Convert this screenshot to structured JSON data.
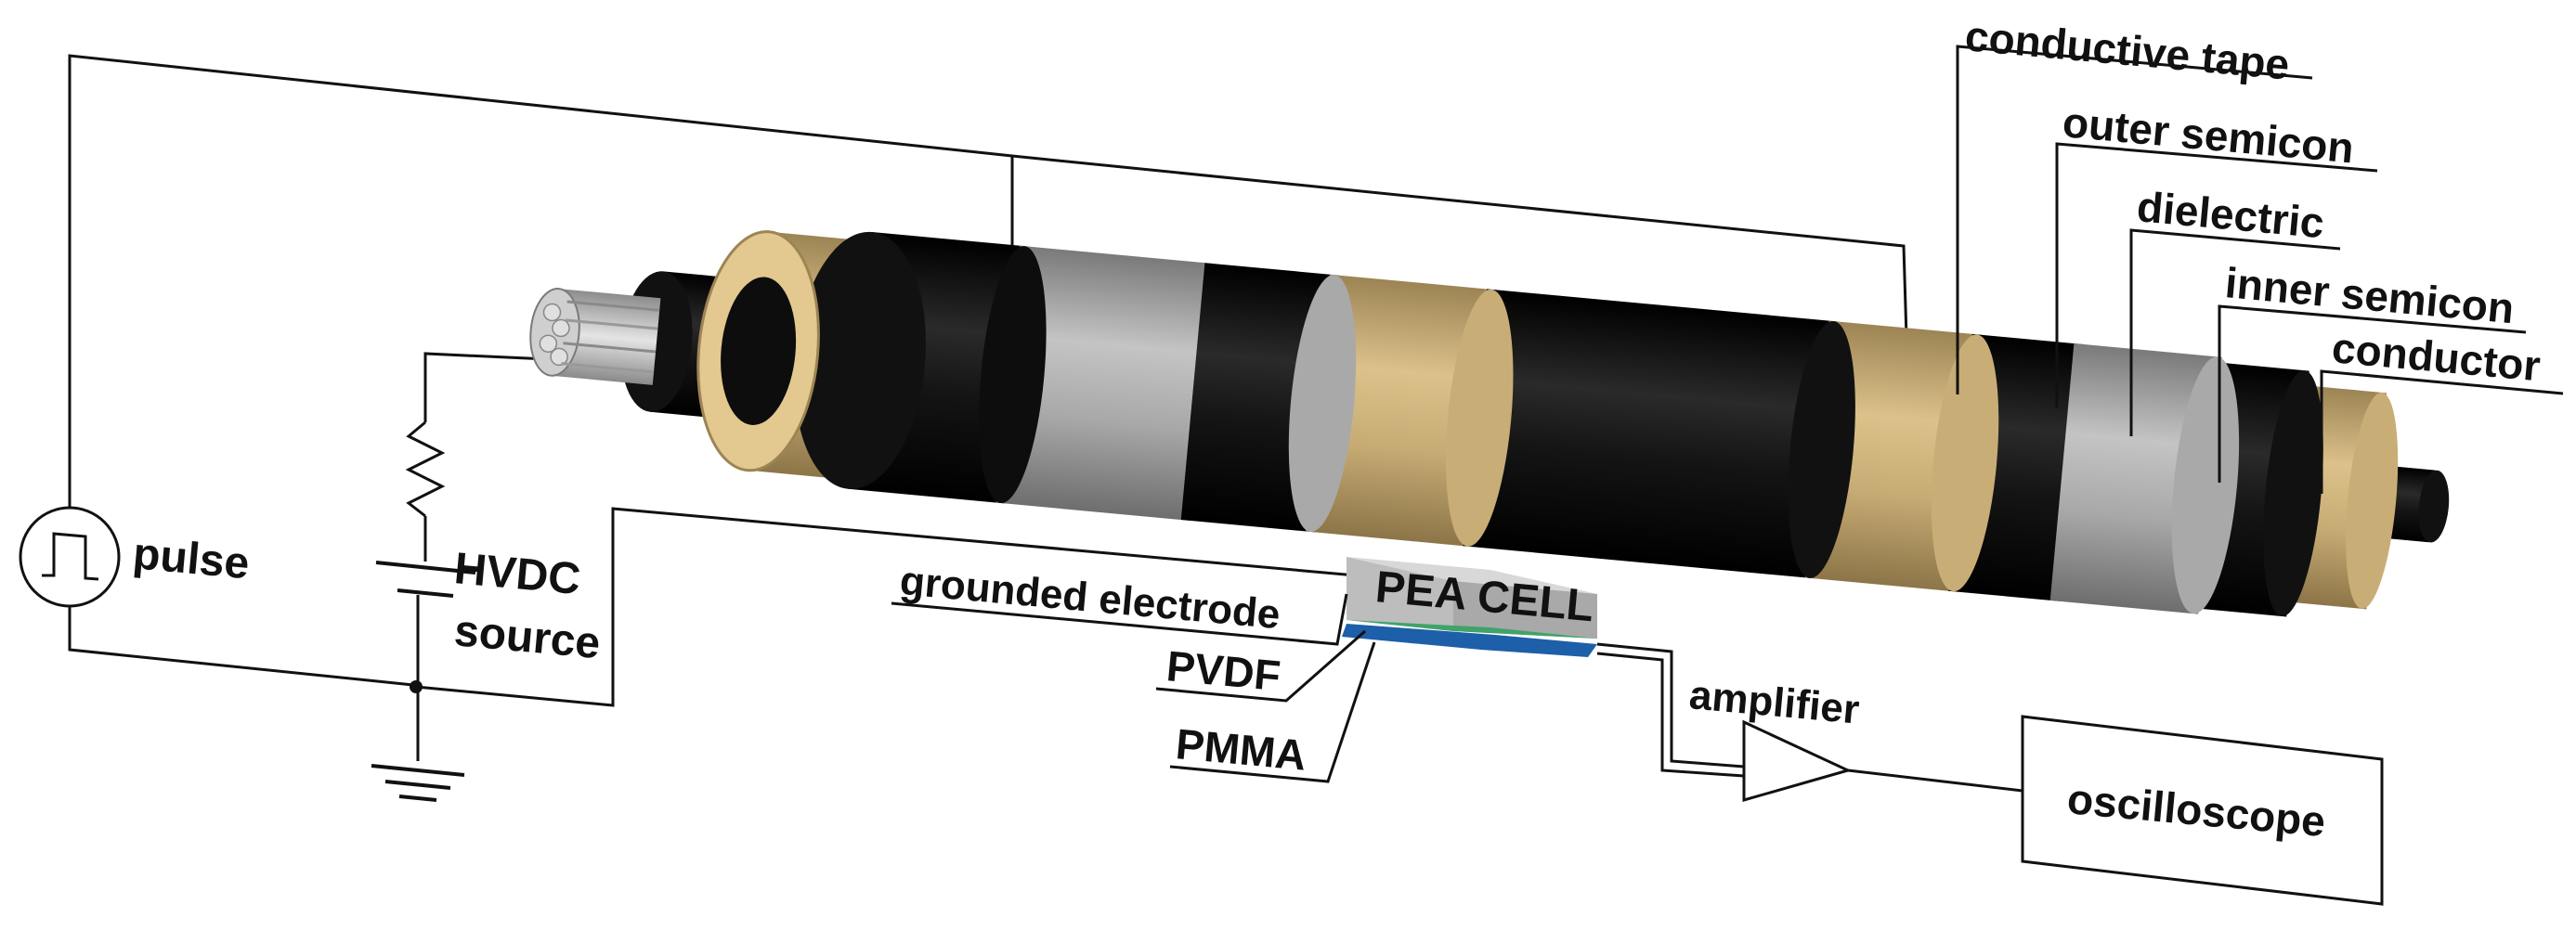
{
  "labels": {
    "conductive_tape": "conductive tape",
    "outer_semicon": "outer semicon",
    "dielectric": "dielectric",
    "inner_semicon": "inner semicon",
    "conductor": "conductor",
    "pulse": "pulse",
    "hvdc_line1": "HVDC",
    "hvdc_line2": "source",
    "grounded_electrode": "grounded electrode",
    "pea_cell": "PEA CELL",
    "pvdf": "PVDF",
    "pmma": "PMMA",
    "amplifier": "amplifier",
    "oscilloscope": "oscilloscope"
  },
  "colors": {
    "semicon": "#0e0e0e",
    "dielectric": "#c9ad78",
    "dielectric_face": "#e8cf96",
    "conductive_tape": "#a8a8a8",
    "conductor": "#bdbdbd",
    "pea_cell": "#c8c8c8",
    "pvdf": "#3fa36a",
    "pmma": "#1d5fa8",
    "wire": "#111111"
  }
}
